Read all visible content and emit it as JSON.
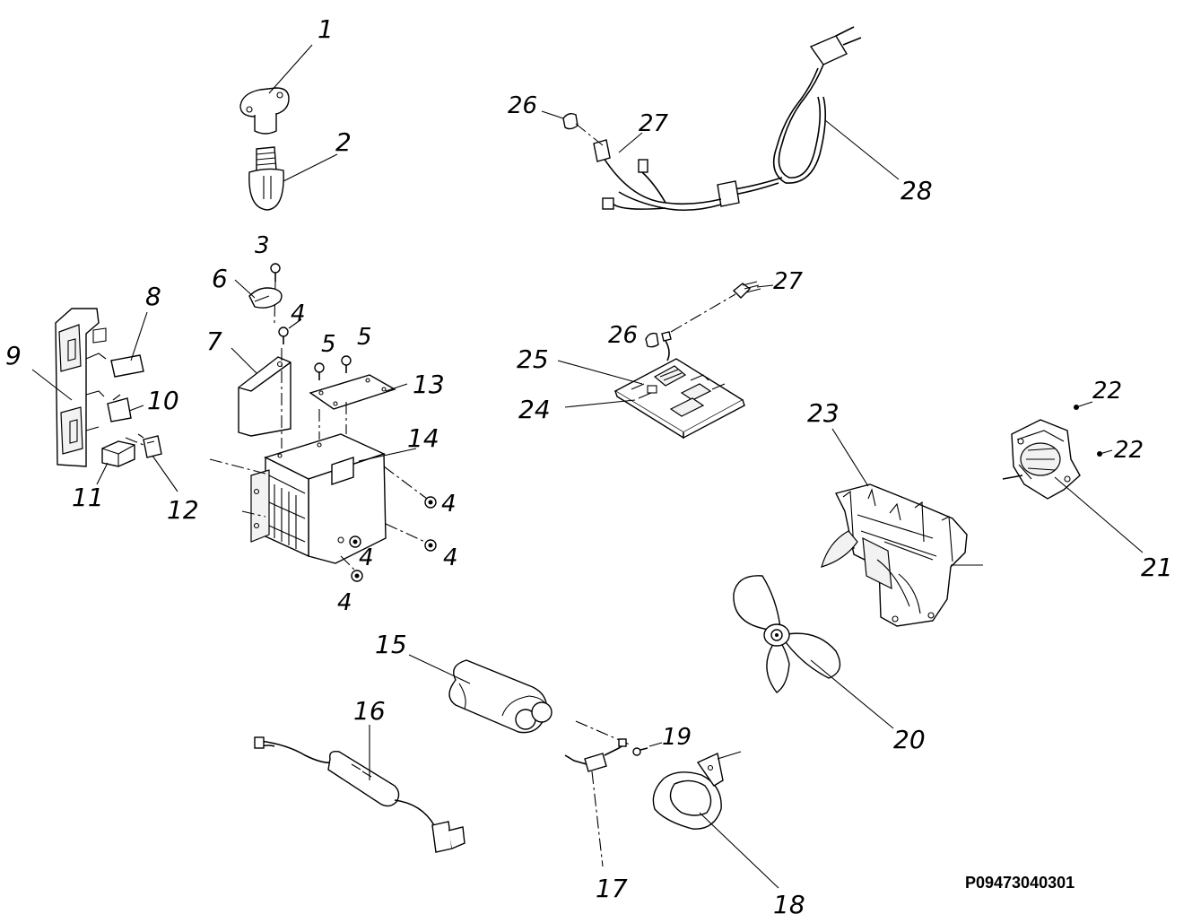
{
  "diagram": {
    "code": "P09473040301",
    "labels": [
      "1",
      "2",
      "3",
      "4",
      "5",
      "6",
      "7",
      "8",
      "9",
      "10",
      "11",
      "12",
      "13",
      "14",
      "15",
      "16",
      "17",
      "18",
      "19",
      "20",
      "21",
      "22",
      "23",
      "24",
      "25",
      "26",
      "27",
      "28"
    ]
  }
}
